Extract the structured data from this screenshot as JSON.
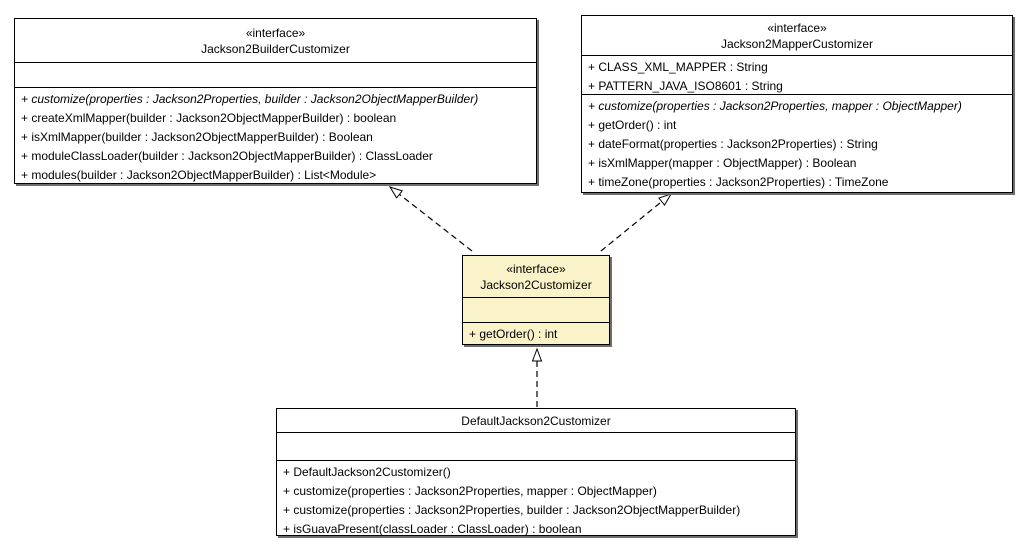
{
  "diagram": {
    "kind": "uml-class-diagram",
    "colors": {
      "box_fill": "#ffffff",
      "highlight_fill": "#faf2c8",
      "border": "#000000",
      "shadow": "#6e6e6e"
    },
    "boxes": {
      "builder": {
        "stereotype": "«interface»",
        "name": "Jackson2BuilderCustomizer",
        "attributes": [],
        "methods": [
          "+ customize(properties : Jackson2Properties, builder : Jackson2ObjectMapperBuilder)",
          "+ createXmlMapper(builder : Jackson2ObjectMapperBuilder) : boolean",
          "+ isXmlMapper(builder : Jackson2ObjectMapperBuilder) : Boolean",
          "+ moduleClassLoader(builder : Jackson2ObjectMapperBuilder) : ClassLoader",
          "+ modules(builder : Jackson2ObjectMapperBuilder) : List<Module>"
        ]
      },
      "mapper": {
        "stereotype": "«interface»",
        "name": "Jackson2MapperCustomizer",
        "attributes": [
          "+ CLASS_XML_MAPPER : String",
          "+ PATTERN_JAVA_ISO8601 : String"
        ],
        "methods": [
          "+ customize(properties : Jackson2Properties, mapper : ObjectMapper)",
          "+ getOrder() : int",
          "+ dateFormat(properties : Jackson2Properties) : String",
          "+ isXmlMapper(mapper : ObjectMapper) : Boolean",
          "+ timeZone(properties : Jackson2Properties) : TimeZone"
        ]
      },
      "customizer": {
        "stereotype": "«interface»",
        "name": "Jackson2Customizer",
        "attributes": [],
        "methods": [
          "+ getOrder() : int"
        ]
      },
      "default": {
        "name": "DefaultJackson2Customizer",
        "attributes": [],
        "methods": [
          "+ DefaultJackson2Customizer()",
          "+ customize(properties : Jackson2Properties, mapper : ObjectMapper)",
          "+ customize(properties : Jackson2Properties, builder : Jackson2ObjectMapperBuilder)",
          "+ isGuavaPresent(classLoader : ClassLoader) : boolean"
        ]
      }
    },
    "relationships": [
      {
        "from": "Jackson2Customizer",
        "to": "Jackson2BuilderCustomizer",
        "type": "generalization",
        "line": "dashed",
        "head": "hollow-triangle"
      },
      {
        "from": "Jackson2Customizer",
        "to": "Jackson2MapperCustomizer",
        "type": "generalization",
        "line": "dashed",
        "head": "hollow-triangle"
      },
      {
        "from": "DefaultJackson2Customizer",
        "to": "Jackson2Customizer",
        "type": "realization",
        "line": "dashed",
        "head": "hollow-triangle"
      }
    ]
  }
}
